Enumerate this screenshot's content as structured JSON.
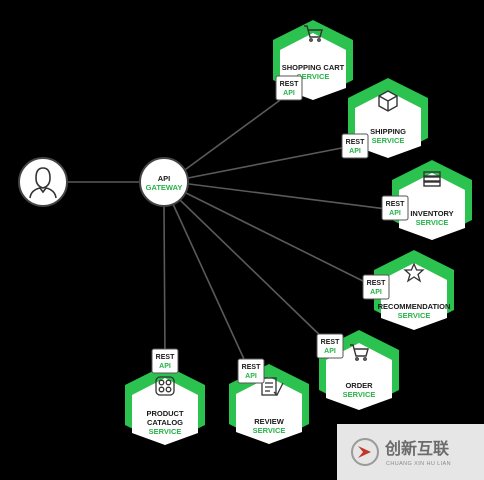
{
  "gateway": {
    "line1": "API",
    "line2": "GATEWAY"
  },
  "rest_badge": {
    "line1": "REST",
    "line2": "API"
  },
  "services": [
    {
      "id": "shopping-cart",
      "line1": "SHOPPING CART",
      "line2": "SERVICE",
      "icon": "cart-icon"
    },
    {
      "id": "shipping",
      "line1": "SHIPPING",
      "line2": "SERVICE",
      "icon": "box-icon"
    },
    {
      "id": "inventory",
      "line1": "INVENTORY",
      "line2": "SERVICE",
      "icon": "stack-icon"
    },
    {
      "id": "recommendation",
      "line1": "RECOMMENDATION",
      "line2": "SERVICE",
      "icon": "star-icon"
    },
    {
      "id": "order",
      "line1": "ORDER",
      "line2": "SERVICE",
      "icon": "cart-icon"
    },
    {
      "id": "review",
      "line1": "REVIEW",
      "line2": "SERVICE",
      "icon": "document-icon"
    },
    {
      "id": "product-catalog",
      "line1": "PRODUCT",
      "line1b": "CATALOG",
      "line2": "SERVICE",
      "icon": "grid-icon"
    }
  ],
  "watermark": {
    "main": "创新互联",
    "sub": "CHUANG XIN HU LIAN"
  },
  "colors": {
    "accent": "#2bc24f",
    "hex_face": "#ffffff",
    "line": "#5a5a5a",
    "background": "#000000"
  }
}
